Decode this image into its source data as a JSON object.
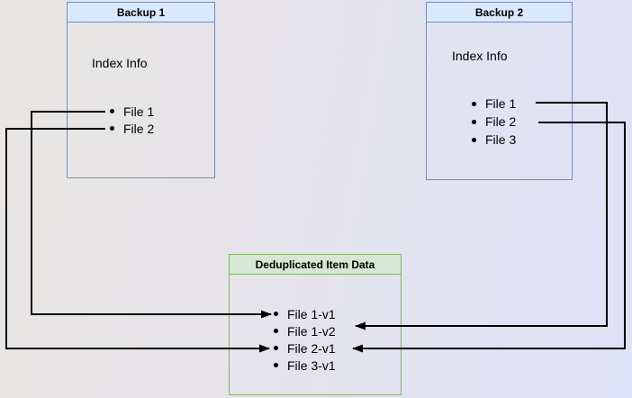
{
  "diagram": {
    "backup1": {
      "title": "Backup 1",
      "section_label": "Index Info",
      "files": [
        "File 1",
        "File 2"
      ]
    },
    "backup2": {
      "title": "Backup 2",
      "section_label": "Index Info",
      "files": [
        "File 1",
        "File 2",
        "File 3"
      ]
    },
    "dedup": {
      "title": "Deduplicated Item Data",
      "items": [
        "File 1-v1",
        "File 1-v2",
        "File 2-v1",
        "File 3-v1"
      ]
    },
    "connections": [
      {
        "from": "Backup 1 / File 1",
        "to": "File 1-v1",
        "label": "Backup 1 File 1 to File 1-v1"
      },
      {
        "from": "Backup 1 / File 2",
        "to": "File 2-v1",
        "label": "Backup 1 File 2 to File 2-v1"
      },
      {
        "from": "Backup 2 / File 1",
        "to": "File 1-v2",
        "label": "Backup 2 File 1 to File 1-v2"
      },
      {
        "from": "Backup 2 / File 2",
        "to": "File 2-v1",
        "label": "Backup 2 File 2 to File 2-v1"
      }
    ],
    "colors": {
      "blue_border": "#6c8ebf",
      "blue_fill": "#dae8fc",
      "green_border": "#82b366",
      "green_fill": "#d5e8d4",
      "wire": "#000000"
    }
  }
}
